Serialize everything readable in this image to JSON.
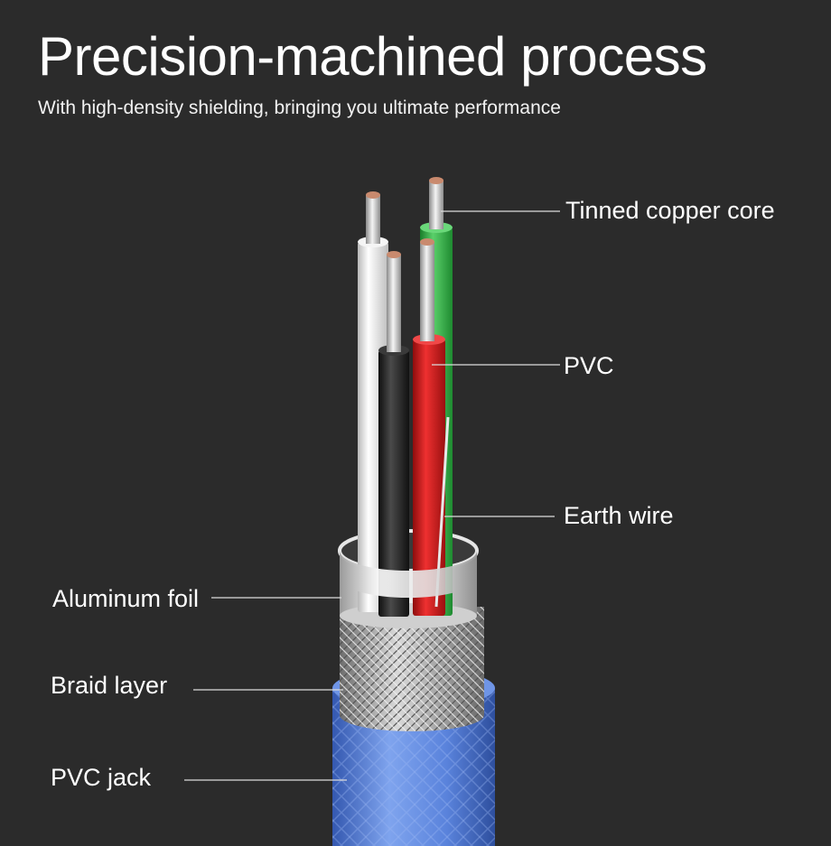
{
  "header": {
    "title": "Precision-machined process",
    "subtitle": "With high-density shielding, bringing you ultimate performance"
  },
  "labels": {
    "tinned_copper_core": "Tinned copper core",
    "pvc": "PVC",
    "earth_wire": "Earth wire",
    "aluminum_foil": "Aluminum foil",
    "braid_layer": "Braid layer",
    "pvc_jack": "PVC jack"
  },
  "colors": {
    "background": "#2b2b2b",
    "jacket_blue": "#4a78d8",
    "wire_white": "#e9e9e9",
    "wire_black": "#1f1f1f",
    "wire_red": "#d21e1e",
    "wire_green": "#31b648",
    "copper_tinned": "#cfcfcf",
    "foil_silver": "#d8d8d8"
  }
}
